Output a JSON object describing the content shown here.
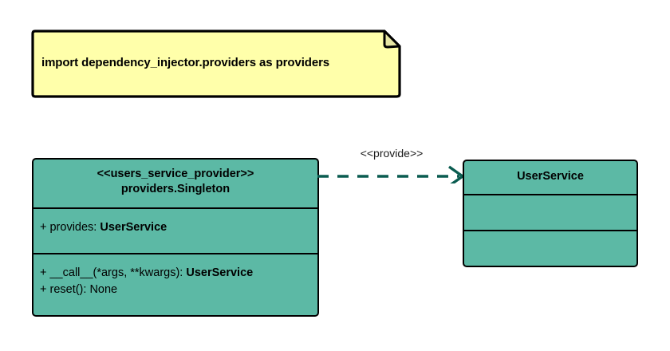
{
  "diagram": {
    "type": "uml-class-diagram",
    "background_color": "#ffffff",
    "note": {
      "text": "import dependency_injector.providers as providers",
      "fill_color": "#ffffaa",
      "border_color": "#000000",
      "fold_color": "#e8e8a0"
    },
    "classes": [
      {
        "id": "users-service-provider",
        "stereotype": "<<users_service_provider>>",
        "name": "providers.Singleton",
        "fill_color": "#5cb9a5",
        "border_color": "#000000",
        "attributes": [
          {
            "visibility": "+",
            "label": "+ provides: ",
            "type": "UserService"
          }
        ],
        "operations": [
          {
            "visibility": "+",
            "label": "+ __call__(*args, **kwargs): ",
            "type": "UserService"
          },
          {
            "visibility": "+",
            "label": "+ reset(): None",
            "type": ""
          }
        ]
      },
      {
        "id": "user-service",
        "stereotype": "",
        "name": "UserService",
        "fill_color": "#5cb9a5",
        "border_color": "#000000",
        "attributes": [],
        "operations": []
      }
    ],
    "relationships": [
      {
        "id": "provide-dependency",
        "kind": "dependency",
        "label": "<<provide>>",
        "line_style": "dashed",
        "arrow": "open",
        "color": "#0a5c50",
        "from": "users-service-provider",
        "to": "user-service"
      }
    ]
  }
}
